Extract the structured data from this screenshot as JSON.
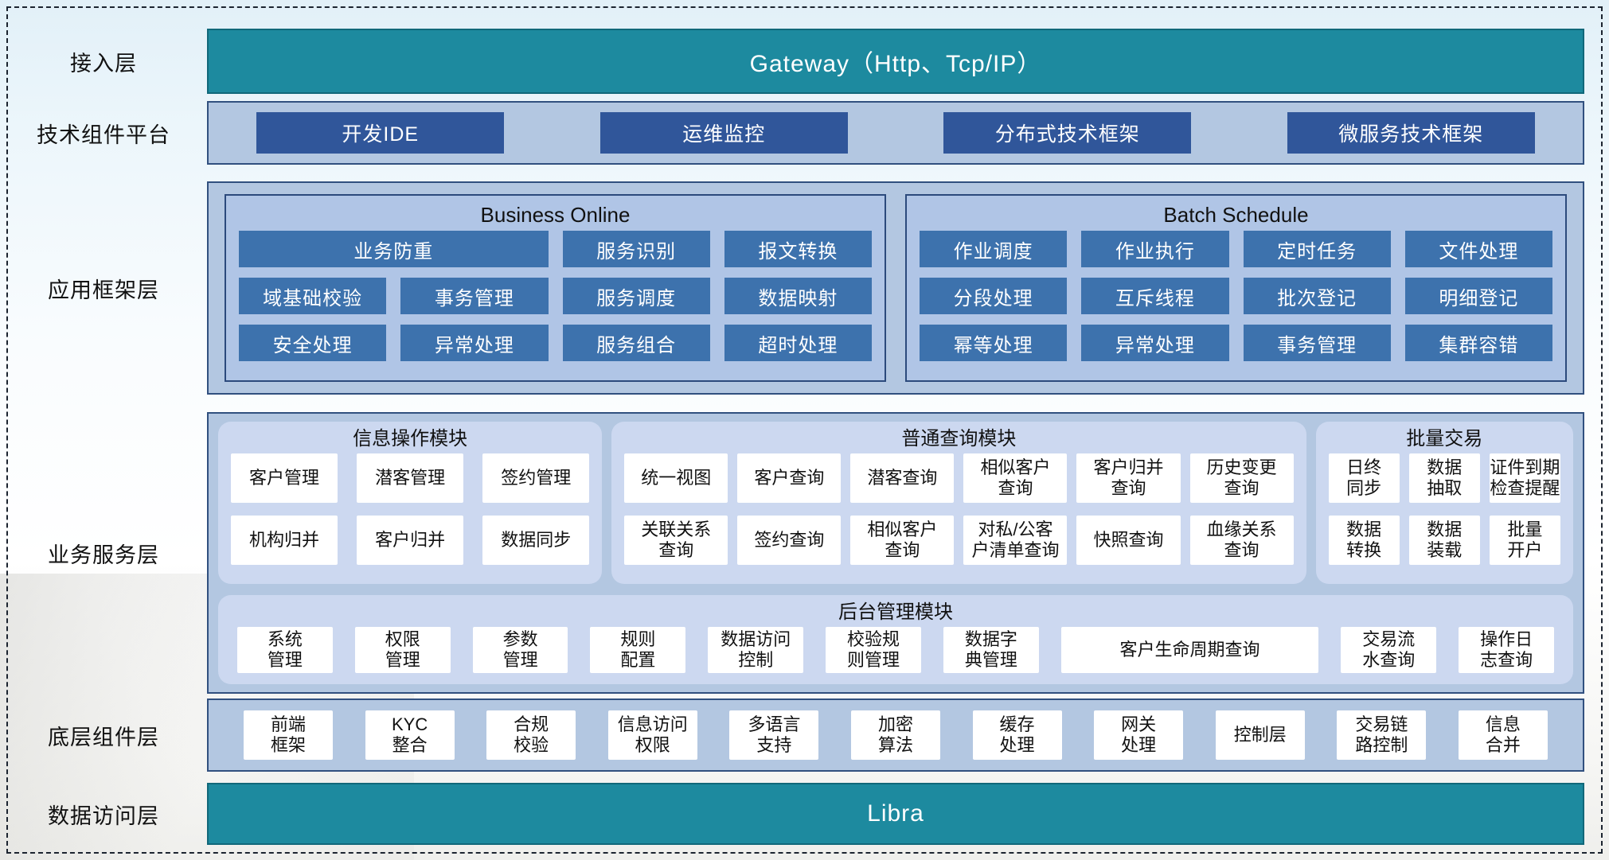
{
  "colors": {
    "teal_bar": "#1d8a9f",
    "panel_blue": "#b3c7e1",
    "panel_border": "#31507f",
    "dark_button": "#30569a",
    "node_button": "#3d72ad",
    "sub_panel": "#ccd8f0"
  },
  "layers": {
    "access": {
      "label": "接入层",
      "bar": "Gateway（Http、Tcp/IP）"
    },
    "tech": {
      "label": "技术组件平台",
      "buttons": [
        "开发IDE",
        "运维监控",
        "分布式技术框架",
        "微服务技术框架"
      ]
    },
    "appfw": {
      "label": "应用框架层",
      "business_online": {
        "title": "Business Online",
        "wide": "业务防重",
        "row1": [
          "服务识别",
          "报文转换"
        ],
        "row2": [
          "域基础校验",
          "事务管理",
          "服务调度",
          "数据映射"
        ],
        "row3": [
          "安全处理",
          "异常处理",
          "服务组合",
          "超时处理"
        ]
      },
      "batch_schedule": {
        "title": "Batch Schedule",
        "row1": [
          "作业调度",
          "作业执行",
          "定时任务",
          "文件处理"
        ],
        "row2": [
          "分段处理",
          "互斥线程",
          "批次登记",
          "明细登记"
        ],
        "row3": [
          "幂等处理",
          "异常处理",
          "事务管理",
          "集群容错"
        ]
      }
    },
    "service": {
      "label": "业务服务层",
      "info_module": {
        "title": "信息操作模块",
        "cells": [
          "客户管理",
          "潜客管理",
          "签约管理",
          "机构归并",
          "客户归并",
          "数据同步"
        ]
      },
      "query_module": {
        "title": "普通查询模块",
        "cells": [
          "统一视图",
          "客户查询",
          "潜客查询",
          "相似客户\n查询",
          "客户归并\n查询",
          "历史变更\n查询",
          "关联关系\n查询",
          "签约查询",
          "相似客户\n查询",
          "对私/公客\n户清单查询",
          "快照查询",
          "血缘关系\n查询"
        ]
      },
      "batch_module": {
        "title": "批量交易",
        "cells": [
          "日终\n同步",
          "数据\n抽取",
          "证件到期\n检查提醒",
          "数据\n转换",
          "数据\n装载",
          "批量\n开户"
        ]
      },
      "admin_module": {
        "title": "后台管理模块",
        "cells": [
          "系统\n管理",
          "权限\n管理",
          "参数\n管理",
          "规则\n配置",
          "数据访问\n控制",
          "校验规\n则管理",
          "数据字\n典管理",
          "客户生命周期查询",
          "交易流\n水查询",
          "操作日\n志查询"
        ]
      }
    },
    "bottom": {
      "label": "底层组件层",
      "cells": [
        "前端\n框架",
        "KYC\n整合",
        "合规\n校验",
        "信息访问\n权限",
        "多语言\n支持",
        "加密\n算法",
        "缓存\n处理",
        "网关\n处理",
        "控制层",
        "交易链\n路控制",
        "信息\n合并"
      ]
    },
    "data": {
      "label": "数据访问层",
      "bar": "Libra"
    }
  }
}
